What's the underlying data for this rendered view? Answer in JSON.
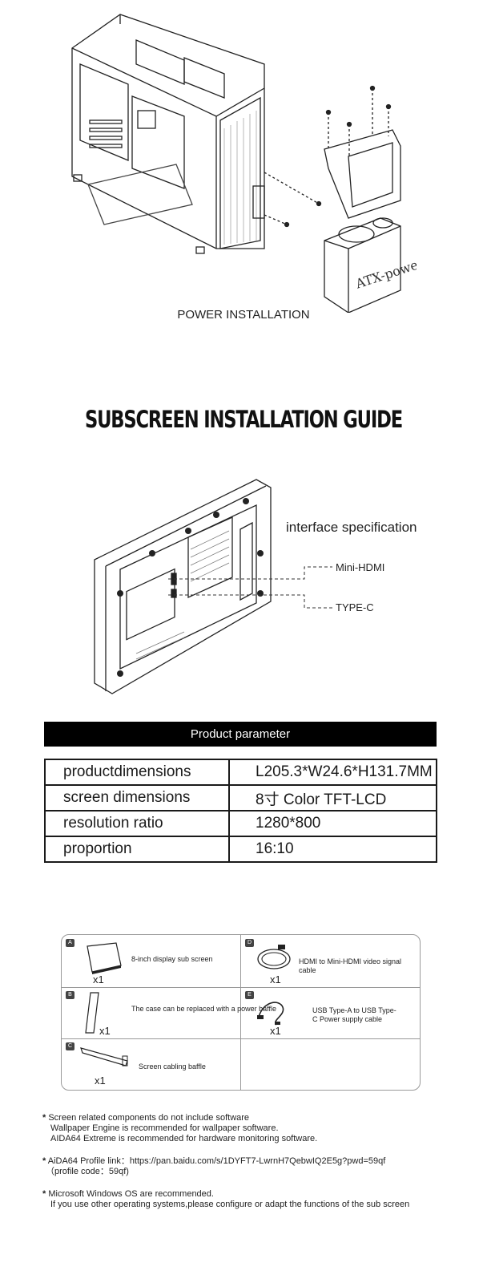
{
  "power_section": {
    "caption": "POWER INSTALLATION",
    "psu_label": "ATX-power"
  },
  "guide": {
    "title": "SUBSCREEN INSTALLATION GUIDE",
    "interface_title": "interface specification",
    "ports": [
      "Mini-HDMI",
      "TYPE-C"
    ]
  },
  "parameters": {
    "header": "Product parameter",
    "rows": [
      {
        "key": "productdimensions",
        "value": "L205.3*W24.6*H131.7MM"
      },
      {
        "key": "screen dimensions",
        "value": "8寸 Color TFT-LCD"
      },
      {
        "key": "resolution ratio",
        "value": "1280*800"
      },
      {
        "key": "proportion",
        "value": "16:10"
      }
    ]
  },
  "accessories": [
    {
      "badge": "A",
      "description": "8-inch display sub screen",
      "qty": "x1"
    },
    {
      "badge": "B",
      "description": "The case can be replaced with a power baffle",
      "qty": "x1"
    },
    {
      "badge": "C",
      "description": "Screen cabling baffle",
      "qty": "x1"
    },
    {
      "badge": "D",
      "description": "HDMI to Mini-HDMI video signal cable",
      "qty": "x1"
    },
    {
      "badge": "E",
      "description": "USB Type-A to USB Type-C Power supply cable",
      "qty": "x1"
    }
  ],
  "notes": [
    {
      "lines": [
        "Screen related components do not include software",
        "Wallpaper Engine is recommended for wallpaper software.",
        "AIDA64 Extreme is recommended for hardware monitoring software."
      ]
    },
    {
      "lines": [
        "AiDA64 Profile link：https://pan.baidu.com/s/1DYFT7-LwrnH7QebwIQ2E5g?pwd=59qf",
        "（profile code：59qf)"
      ]
    },
    {
      "lines": [
        "Microsoft Windows OS are recommended.",
        "If you use other operating systems,please configure or adapt the functions of the sub screen"
      ]
    }
  ]
}
